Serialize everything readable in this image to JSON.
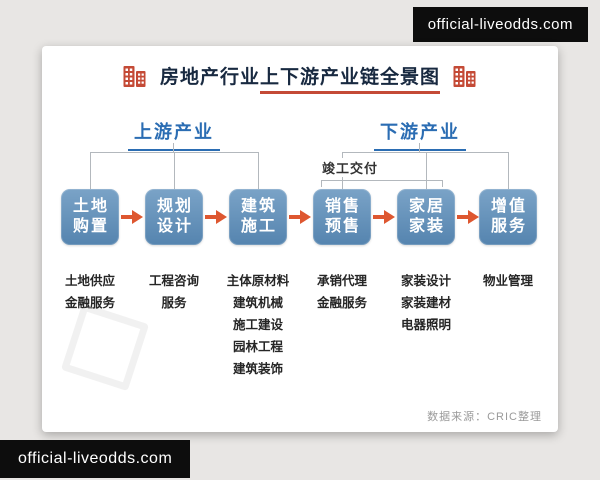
{
  "watermarks": {
    "top": "official-liveodds.com",
    "bottom": "official-liveodds.com"
  },
  "header": {
    "title_prefix": "房地产行业",
    "title_emphasis": "上下游产业链全景图"
  },
  "sections": {
    "upstream": "上游产业",
    "downstream": "下游产业",
    "completion": "竣工交付"
  },
  "chain": [
    {
      "line1": "土地",
      "line2": "购置"
    },
    {
      "line1": "规划",
      "line2": "设计"
    },
    {
      "line1": "建筑",
      "line2": "施工"
    },
    {
      "line1": "销售",
      "line2": "预售"
    },
    {
      "line1": "家居",
      "line2": "家装"
    },
    {
      "line1": "增值",
      "line2": "服务"
    }
  ],
  "columns": [
    {
      "items": [
        "土地供应",
        "金融服务"
      ]
    },
    {
      "items": [
        "工程咨询",
        "服务"
      ]
    },
    {
      "items": [
        "主体原材料",
        "建筑机械",
        "施工建设",
        "园林工程",
        "建筑装饰"
      ]
    },
    {
      "items": [
        "承销代理",
        "金融服务"
      ]
    },
    {
      "items": [
        "家装设计",
        "家装建材",
        "电器照明"
      ]
    },
    {
      "items": [
        "物业管理"
      ]
    }
  ],
  "footer": {
    "source": "数据来源：CRIC整理"
  },
  "colors": {
    "section_blue": "#2b6db3",
    "box_blue": "#5584af",
    "arrow_orange": "#de5730",
    "title_red": "#c44a36",
    "badge_black": "#0d0d0d",
    "card_white": "#ffffff",
    "page_gray": "#e8e6e4"
  }
}
